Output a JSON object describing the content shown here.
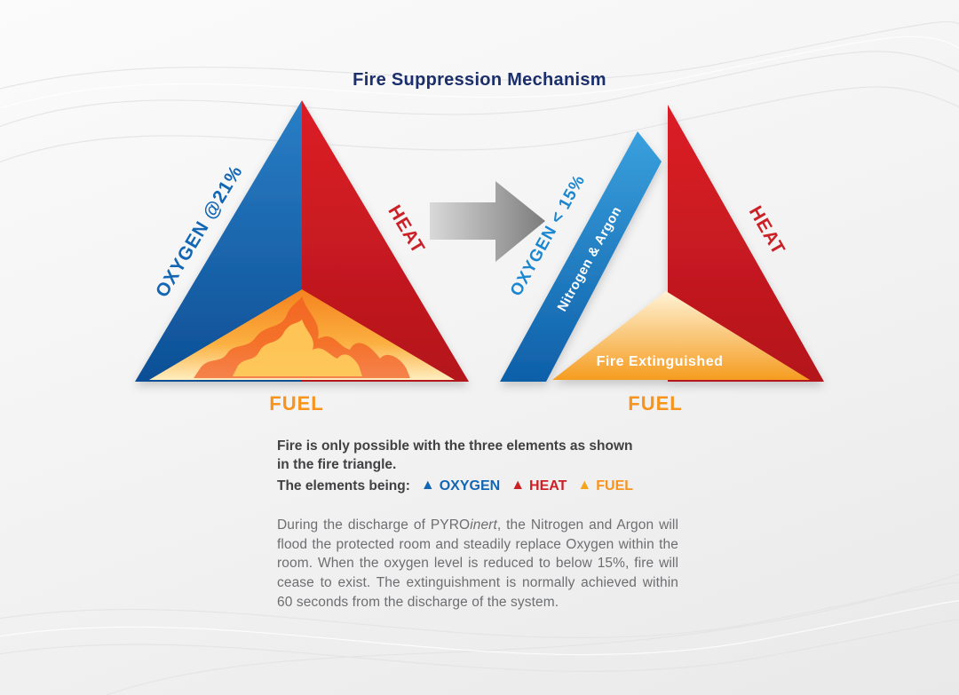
{
  "title": "Fire Suppression Mechanism",
  "colors": {
    "title_navy": "#1b2f6b",
    "oxygen_blue": "#1266b3",
    "oxygen_light_blue": "#1b87d0",
    "heat_red": "#cc2027",
    "fuel_orange": "#f7941d",
    "bold_text": "#414042",
    "body_text": "#6d6e71"
  },
  "left_triangle": {
    "oxygen_label": "OXYGEN @21%",
    "heat_label": "HEAT",
    "fuel_label": "FUEL"
  },
  "right_triangle": {
    "oxygen_label": "OXYGEN < 15%",
    "agent_label": "Nitrogen & Argon",
    "heat_label": "HEAT",
    "fuel_label": "FUEL",
    "status_label": "Fire Extinguished"
  },
  "legend": {
    "intro_line1": "Fire is only possible with the three elements as shown",
    "intro_line2": "in the fire triangle.",
    "prefix": "The elements being:",
    "items": [
      {
        "label": "OXYGEN",
        "color": "#1266b3"
      },
      {
        "label": "HEAT",
        "color": "#cc2027"
      },
      {
        "label": "FUEL",
        "color": "#f7941d"
      }
    ]
  },
  "paragraph": {
    "part1": "During the discharge of PYRO",
    "brand_italic": "inert",
    "part2": ", the Nitrogen and Argon will flood the protected room and steadily replace Oxygen within the room. When the oxygen level is reduced to below 15%, fire will cease to exist. The extinguishment is normally achieved within 60 seconds from the discharge of the system."
  }
}
